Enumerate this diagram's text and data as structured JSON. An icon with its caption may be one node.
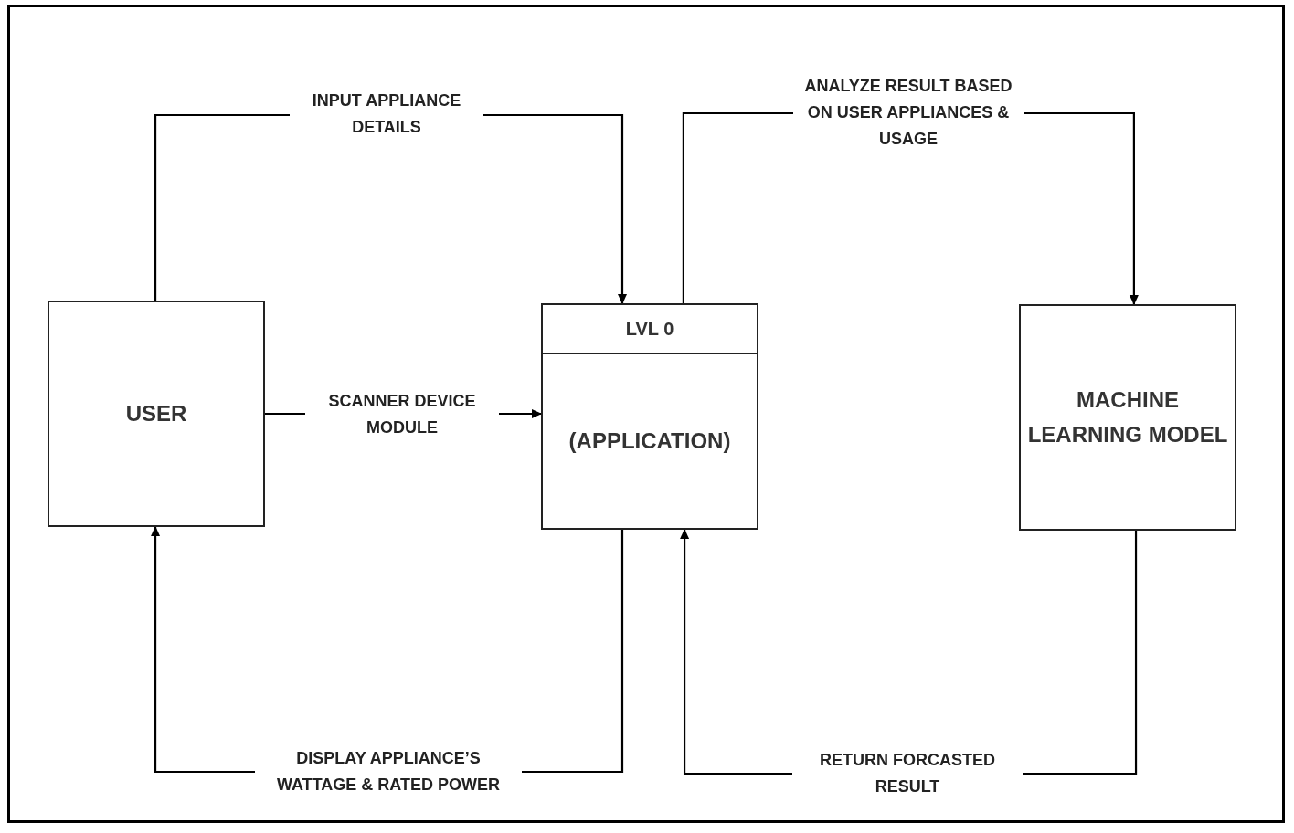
{
  "diagram": {
    "nodes": [
      {
        "text": [
          "USER"
        ]
      },
      {
        "text": [
          "LVL 0",
          "(APPLICATION)"
        ]
      },
      {
        "text": [
          "MACHINE LEARNING MODEL"
        ]
      }
    ],
    "edges": [
      {
        "from": 0,
        "to": 1,
        "arrow": "to",
        "label": "INPUT APPLIANCE DETAILS"
      },
      {
        "from": 0,
        "to": 1,
        "arrow": "to",
        "label": "SCANNER DEVICE MODULE"
      },
      {
        "from": 1,
        "to": 2,
        "arrow": "to",
        "label": "ANALYZE RESULT BASED ON USER APPLIANCES & USAGE"
      },
      {
        "from": 1,
        "to": 0,
        "arrow": "to",
        "label": "DISPLAY APPLIANCE’S WATTAGE & RATED POWER"
      },
      {
        "from": 2,
        "to": 1,
        "arrow": "to",
        "label": "RETURN FORCASTED RESULT"
      }
    ]
  }
}
